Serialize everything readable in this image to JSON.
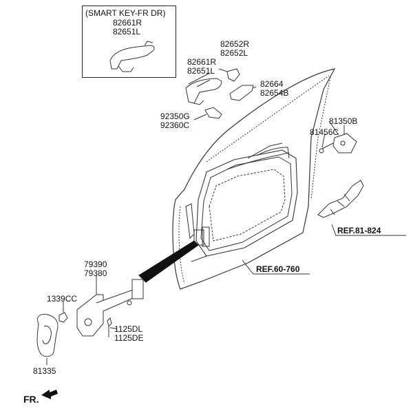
{
  "smart_key": {
    "title": "(SMART KEY-FR DR)",
    "part_a": "82661R",
    "part_b": "82651L"
  },
  "labels": {
    "l82652r": "82652R",
    "l82652l": "82652L",
    "l82661r": "82661R",
    "l82651l": "82651L",
    "l82664": "82664",
    "l82654b": "82654B",
    "l92350g": "92350G",
    "l92360c": "92360C",
    "l81350b": "81350B",
    "l81456c": "81456C",
    "l79390": "79390",
    "l79380": "79380",
    "l1339cc": "1339CC",
    "l1125dl": "1125DL",
    "l1125de": "1125DE",
    "l81335": "81335"
  },
  "refs": {
    "ref81": "REF.81-824",
    "ref60": "REF.60-760"
  },
  "direction": {
    "fr": "FR."
  }
}
